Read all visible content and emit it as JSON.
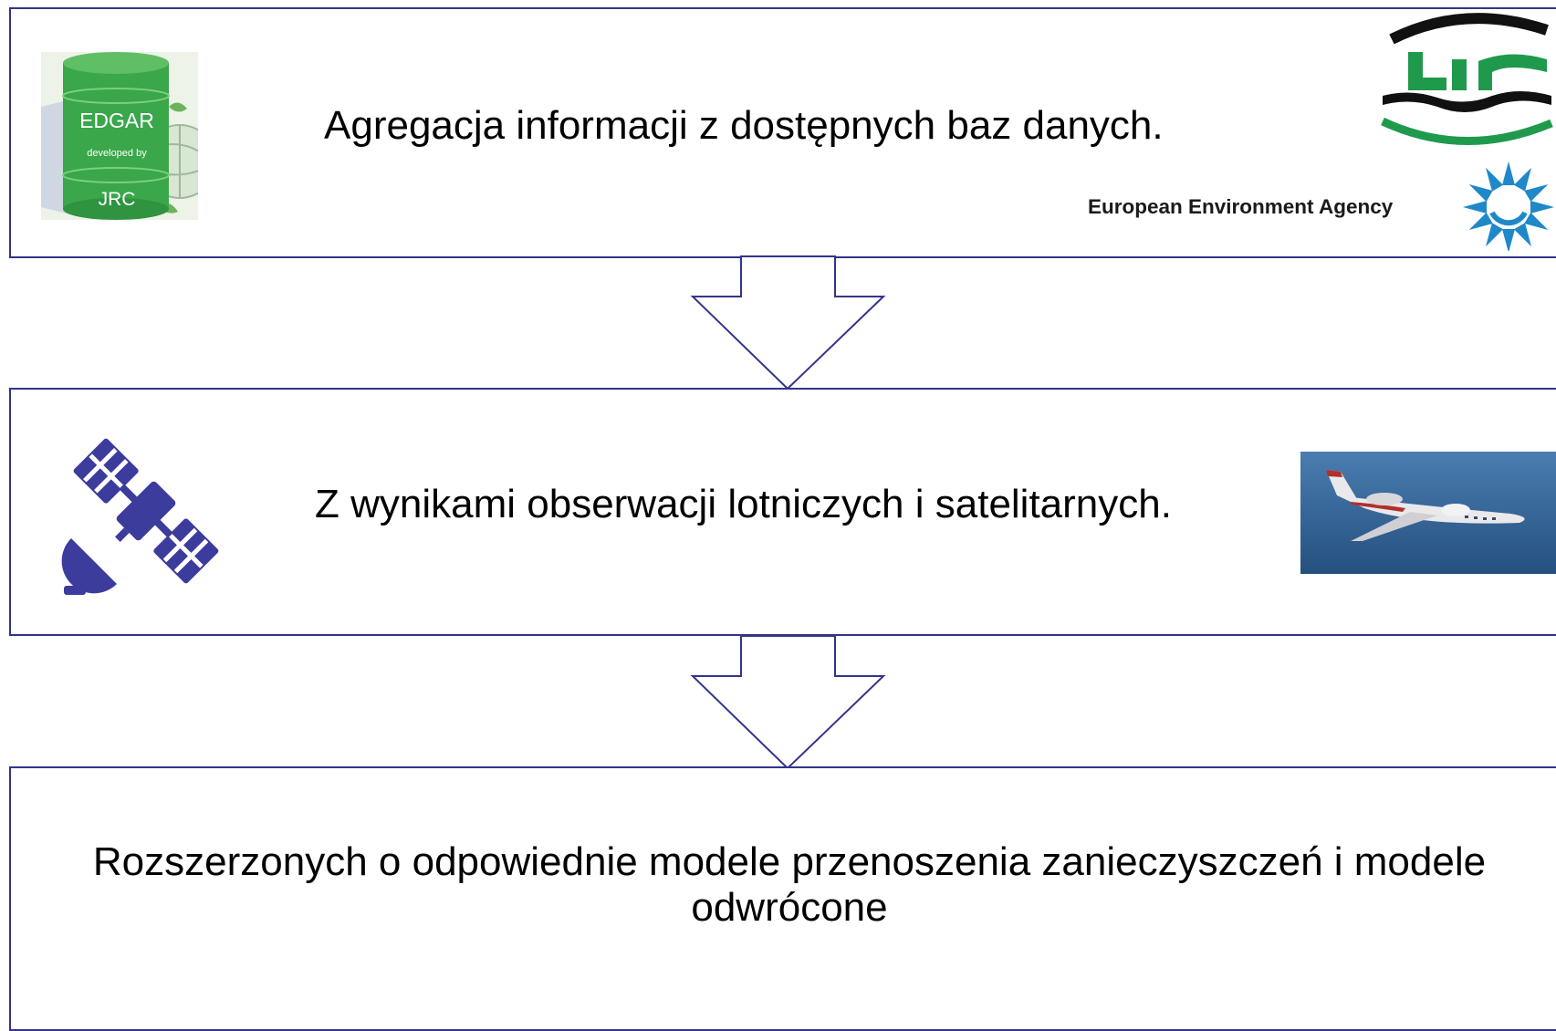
{
  "steps": [
    {
      "text": "Agregacja informacji z dostępnych baz danych."
    },
    {
      "text": "Z wynikami obserwacji lotniczych i satelitarnych."
    },
    {
      "text": "Rozszerzonych o odpowiednie modele przenoszenia zanieczyszczeń i modele odwrócone"
    }
  ],
  "logos": {
    "edgar": {
      "line1": "EDGAR",
      "line2": "developed by",
      "line3": "JRC"
    },
    "eea": {
      "label": "European Environment Agency"
    }
  },
  "colors": {
    "border": "#33348a",
    "satellite": "#3b3c9c",
    "edgar_green": "#39a74a",
    "iung_green": "#1f9a4d",
    "eea_blue": "#1e88c9"
  },
  "icons": {
    "satellite": "satellite-icon",
    "plane": "research-aircraft-photo"
  }
}
